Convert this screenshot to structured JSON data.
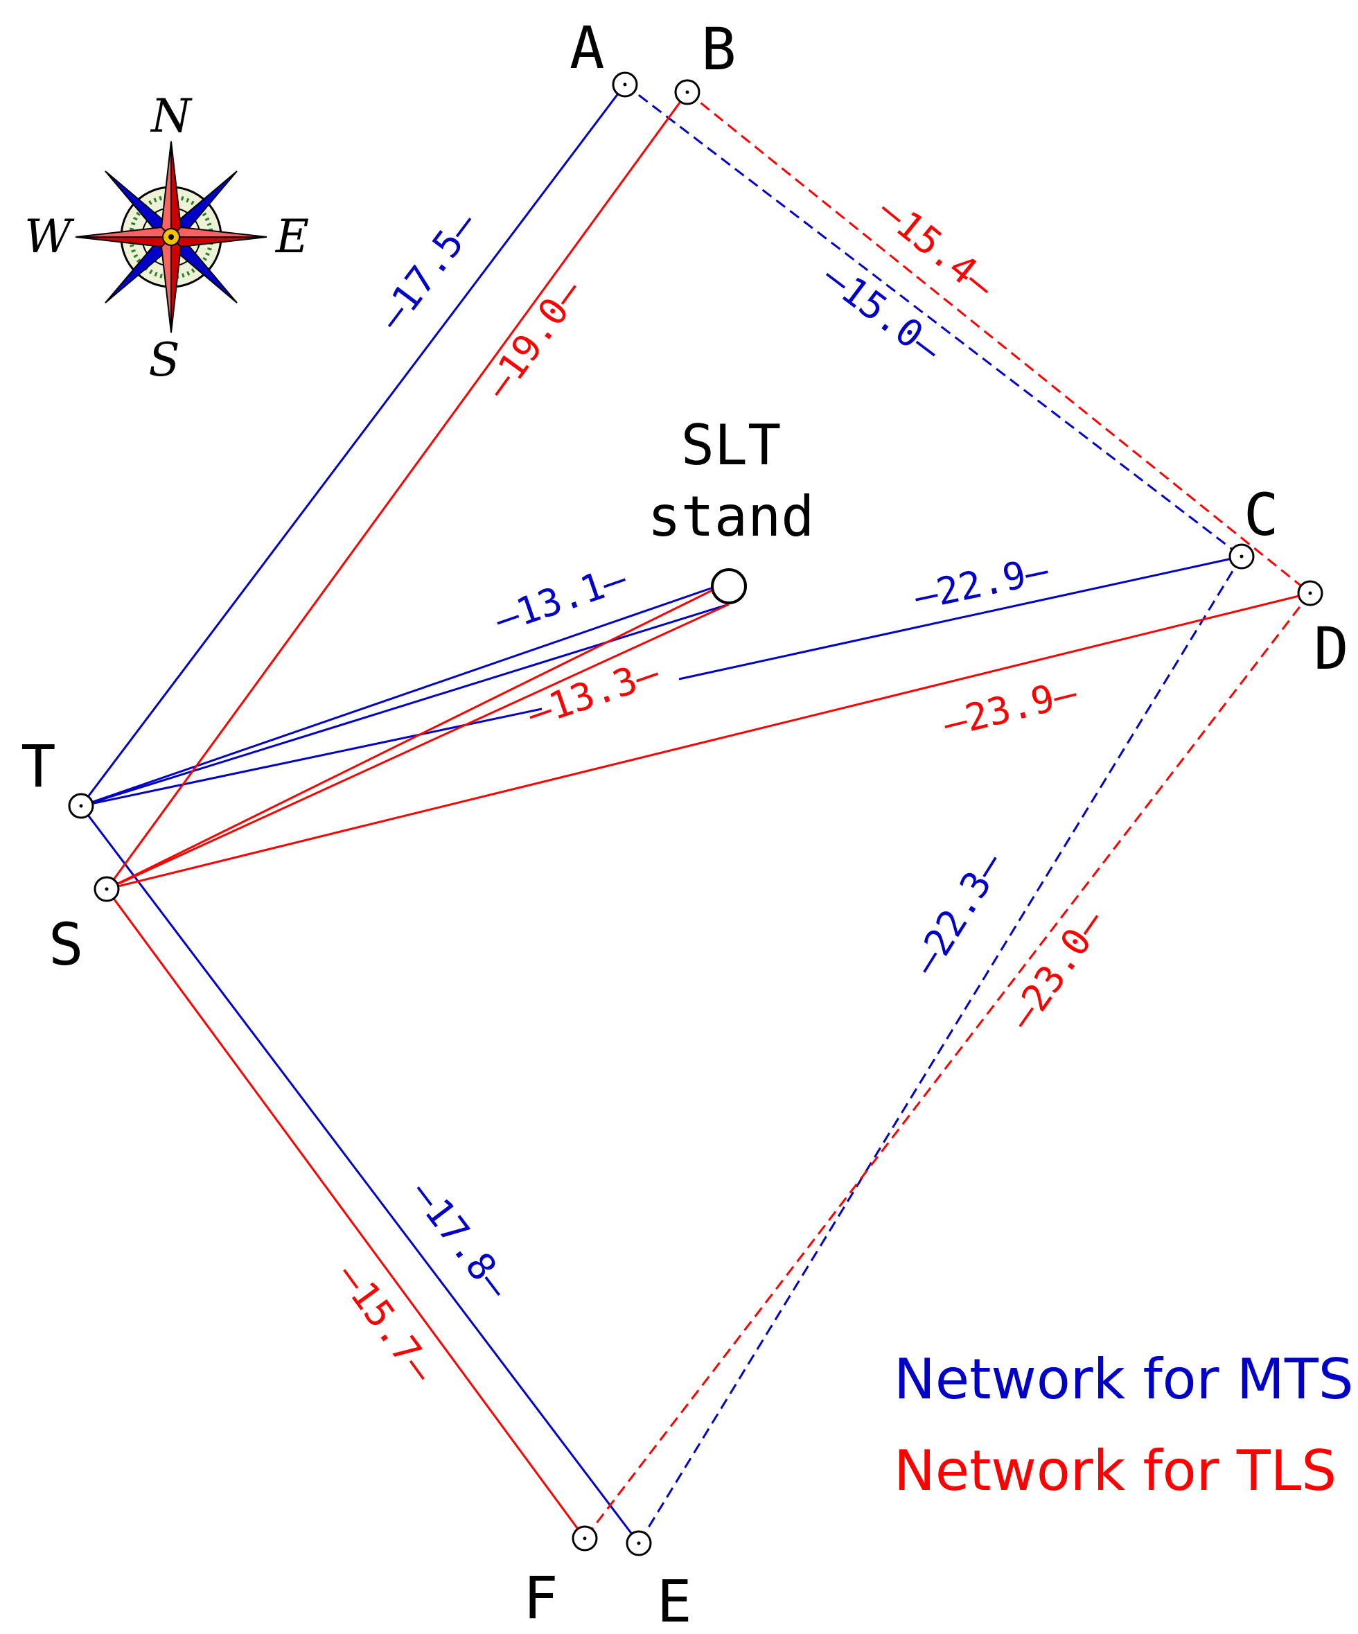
{
  "colors": {
    "mts": "#0000c8",
    "tls": "#ff0000",
    "ink": "#000000"
  },
  "compass": {
    "north": "N",
    "south": "S",
    "east": "E",
    "west": "W"
  },
  "points": {
    "A": "A",
    "B": "B",
    "C": "C",
    "D": "D",
    "E": "E",
    "F": "F",
    "S": "S",
    "T": "T"
  },
  "slt": {
    "line1": "SLT",
    "line2": "stand"
  },
  "measurements": {
    "TA": "–17.5–",
    "SB": "–19.0–",
    "AC": "–15.0–",
    "BD": "–15.4–",
    "T_SLT": "–13.1–",
    "S_SLT": "–13.3–",
    "TC": "–22.9–",
    "SD": "–23.9–",
    "CE": "–22.3–",
    "DF": "–23.0–",
    "TE": "–17.8–",
    "SF": "–15.7–"
  },
  "legend": {
    "mts": "Network for MTS",
    "tls": "Network for TLS"
  }
}
